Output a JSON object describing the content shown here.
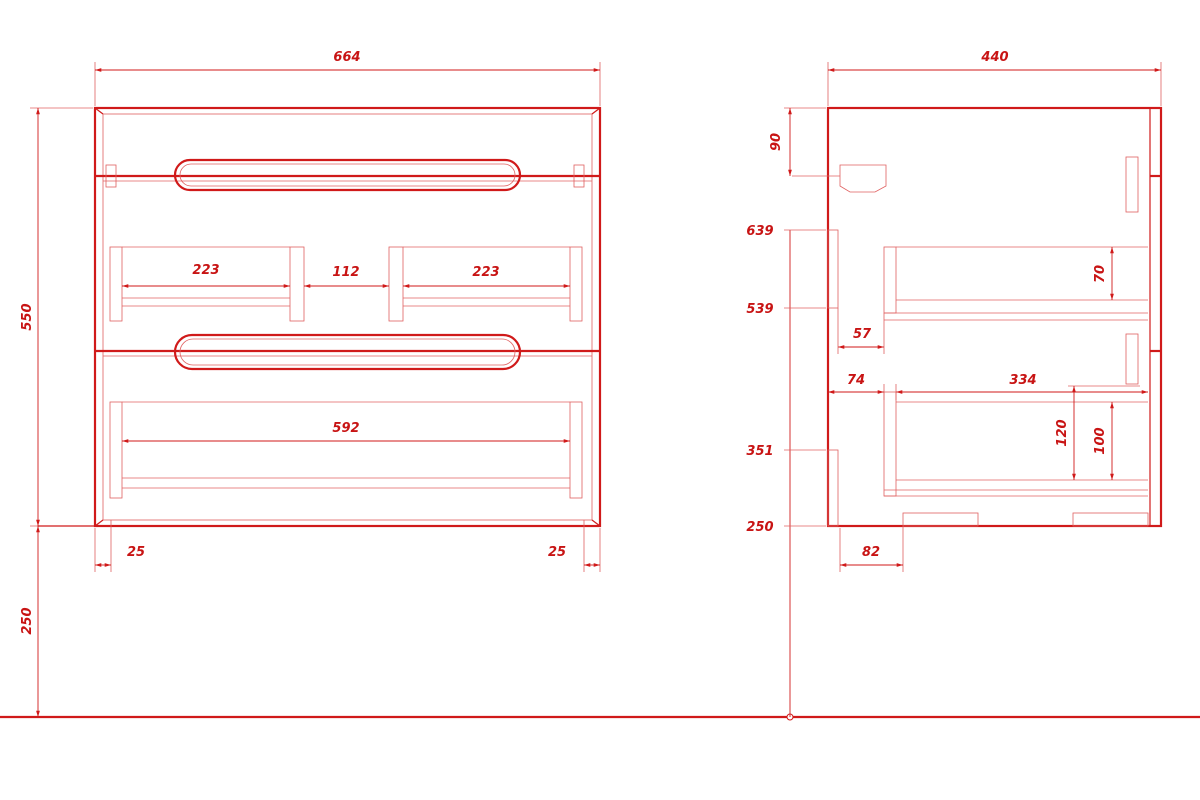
{
  "colors": {
    "line": "#d01a1a",
    "label": "#c81414",
    "background": "#ffffff"
  },
  "front_view": {
    "overall_width": "664",
    "overall_height": "550",
    "wall_height": "250",
    "drawer_left_inner": "223",
    "drawer_gap": "112",
    "drawer_right_inner": "223",
    "lower_drawer_inner": "592",
    "side_left": "25",
    "side_right": "25"
  },
  "side_view": {
    "depth": "440",
    "top_offset": "90",
    "level_639": "639",
    "level_539": "539",
    "level_351": "351",
    "level_250": "250",
    "upper_drawer_height": "70",
    "setback_57": "57",
    "setback_74": "74",
    "drawer_depth": "334",
    "lower_drawer_height_120": "120",
    "lower_drawer_height_100": "100",
    "foot_offset": "82"
  }
}
